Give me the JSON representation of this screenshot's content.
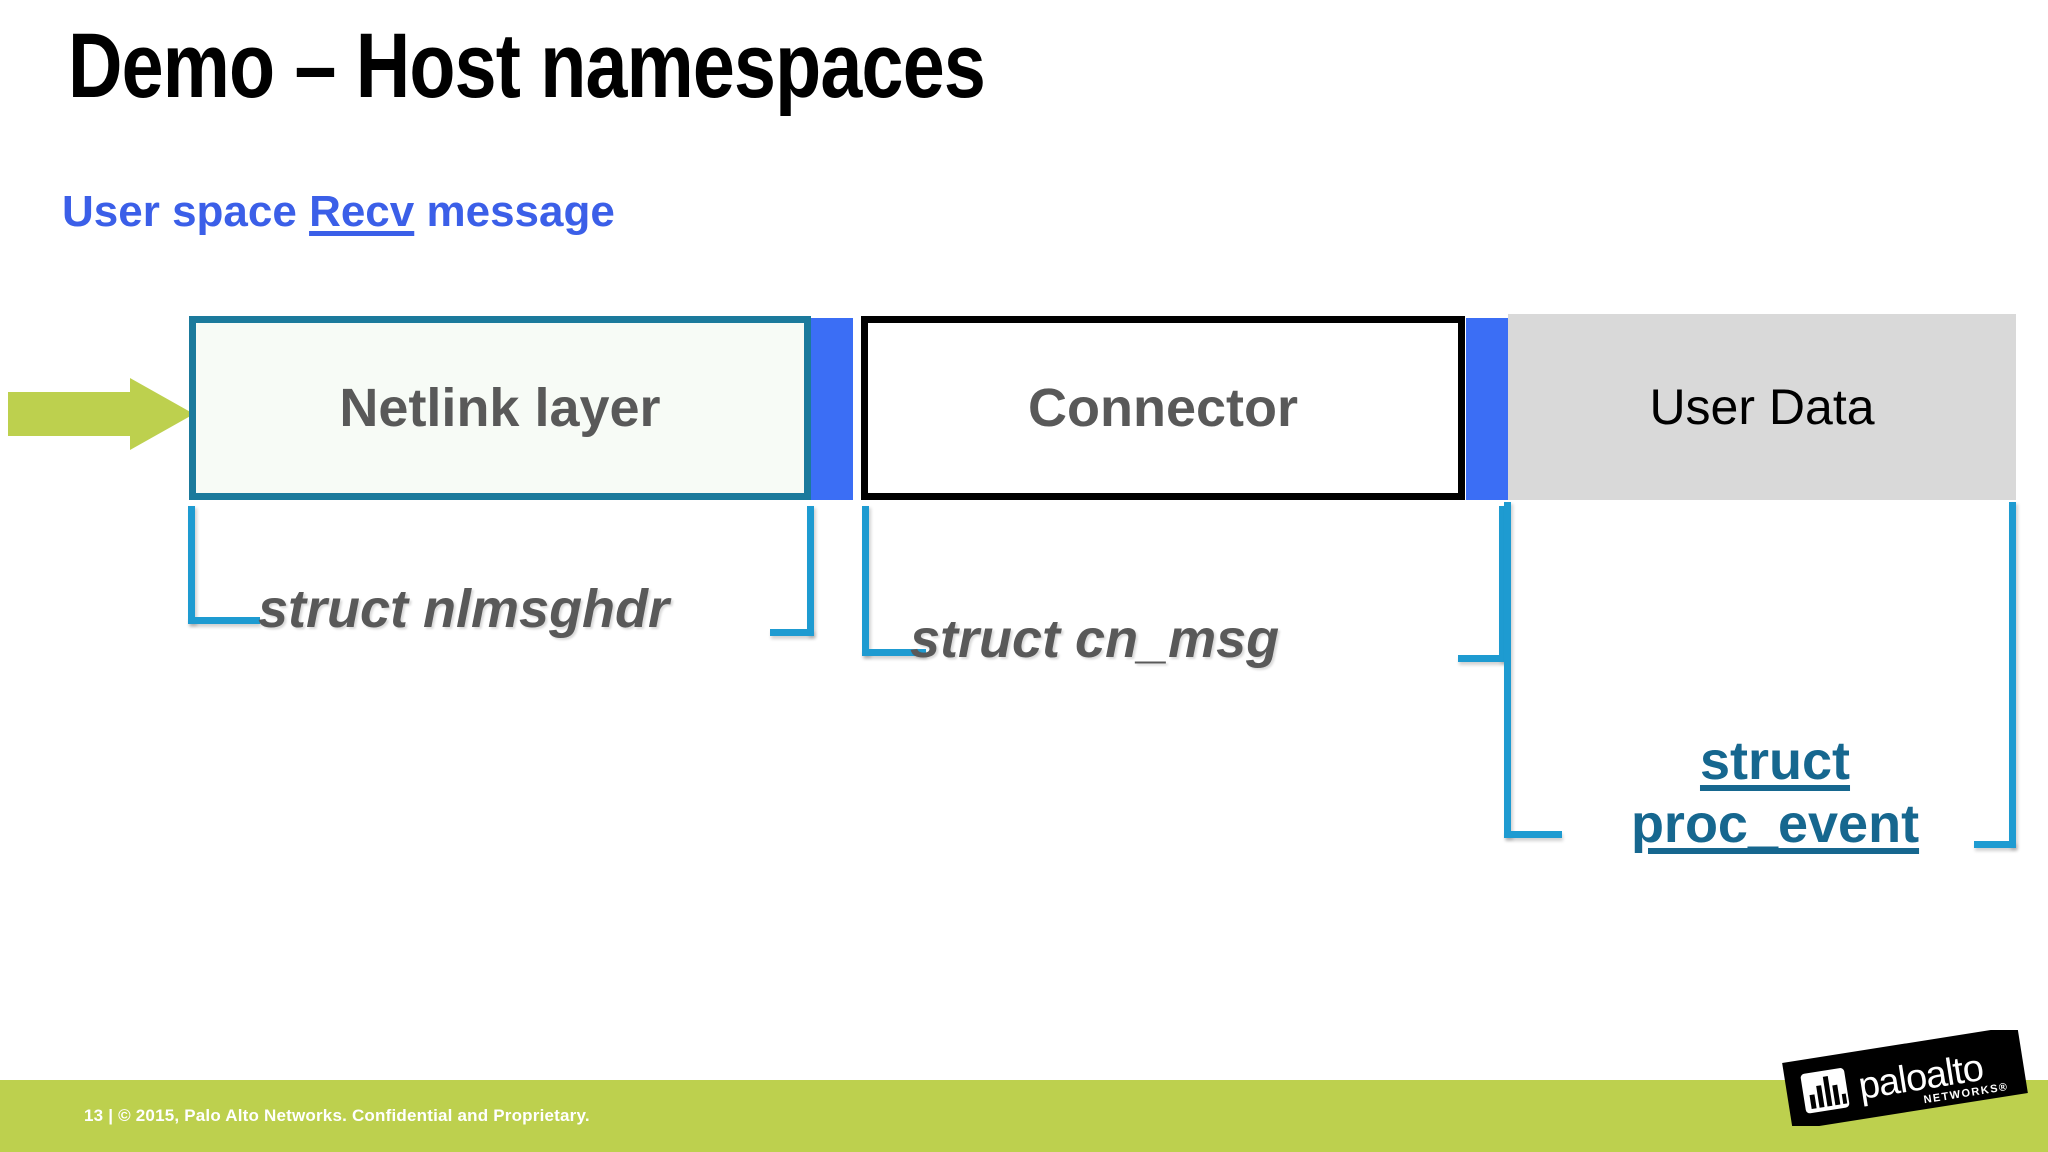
{
  "slide": {
    "title": "Demo – Host namespaces",
    "subtitle": {
      "before": "User space ",
      "emphasis": "Recv",
      "after": " message"
    }
  },
  "diagram": {
    "arrow": {
      "name": "inbound-message-arrow",
      "color": "#bdd04e"
    },
    "blocks": [
      {
        "id": "netlink",
        "label": "Netlink layer",
        "border_color": "#1b7a9c",
        "fill_color": "#f7fbf6",
        "text_color": "#595959"
      },
      {
        "id": "connector",
        "label": "Connector",
        "border_color": "#000000",
        "fill_color": "#ffffff",
        "text_color": "#595959"
      },
      {
        "id": "user-data",
        "label": "User Data",
        "border_color": "none",
        "fill_color": "#d9d9d9",
        "text_color": "#000000"
      }
    ],
    "separators": [
      {
        "id": "sep-1",
        "color": "#3b6ef5"
      },
      {
        "id": "sep-2",
        "color": "#3b6ef5"
      }
    ],
    "brackets": [
      {
        "id": "bracket-nlmsghdr",
        "color": "#1e9bd1",
        "caption": "struct nlmsghdr",
        "caption_color": "#595959"
      },
      {
        "id": "bracket-cn-msg",
        "color": "#1e9bd1",
        "caption": "struct cn_msg",
        "caption_color": "#595959"
      },
      {
        "id": "bracket-proc-event",
        "color": "#1e9bd1",
        "caption_line1": "struct",
        "caption_line2": "proc_event",
        "caption_color": "#16678f"
      }
    ]
  },
  "footer": {
    "page_number": "13",
    "separator": "|",
    "copyright": "© 2015, Palo Alto Networks. Confidential and Proprietary.",
    "full_text": "13  |  © 2015, Palo Alto Networks. Confidential and Proprietary.",
    "bar_color": "#bdd04e"
  },
  "logo": {
    "wordmark": "paloalto",
    "tagline": "NETWORKS®"
  }
}
